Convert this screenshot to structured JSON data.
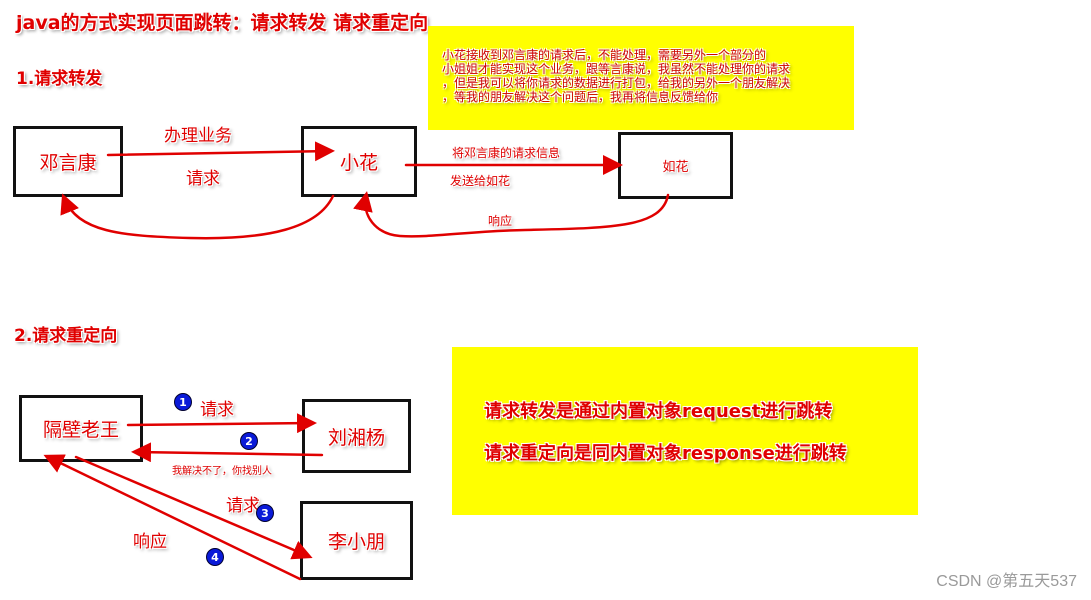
{
  "title": "java的方式实现页面跳转：请求转发 请求重定向",
  "section1": {
    "heading": "1.请求转发",
    "boxes": {
      "deng": "邓言康",
      "xiaohua": "小花",
      "ruhua": "如花"
    },
    "labels": {
      "banli": "办理业务",
      "qingqiu": "请求",
      "jiang": "将邓言康的请求信息",
      "fasong": "发送给如花",
      "xiangying": "响应"
    },
    "note_lines": [
      "小花接收到邓言康的请求后，不能处理，需要另外一个部分的",
      "小姐姐才能实现这个业务，跟等言康说，我虽然不能处理你的请求",
      "，但是我可以将你请求的数据进行打包，给我的另外一个朋友解决",
      "，等我的朋友解决这个问题后，我再将信息反馈给你"
    ]
  },
  "section2": {
    "heading": "2.请求重定向",
    "boxes": {
      "wang": "隔壁老王",
      "liu": "刘湘杨",
      "li": "李小朋"
    },
    "labels": {
      "qingqiu1": "请求",
      "jiejue": "我解决不了，你找别人",
      "qingqiu2": "请求",
      "xiangying": "响应"
    },
    "step_numbers": [
      "1",
      "2",
      "3",
      "4"
    ],
    "note_lines": [
      "请求转发是通过内置对象request进行跳转",
      "请求重定向是同内置对象response进行跳转"
    ]
  },
  "watermark": "CSDN @第五天537",
  "colors": {
    "accent": "#e00000",
    "note_bg": "#ffff00",
    "step_circle": "#0a1ad8"
  }
}
